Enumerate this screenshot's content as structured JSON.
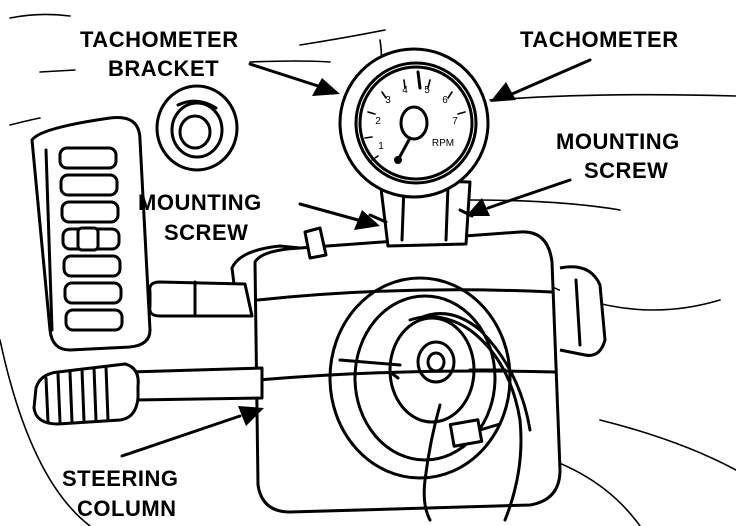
{
  "labels": {
    "tachometer_bracket_line1": "TACHOMETER",
    "tachometer_bracket_line2": "BRACKET",
    "tachometer": "TACHOMETER",
    "mounting_screw_right_line1": "MOUNTING",
    "mounting_screw_right_line2": "SCREW",
    "mounting_screw_left_line1": "MOUNTING",
    "mounting_screw_left_line2": "SCREW",
    "steering_column_line1": "STEERING",
    "steering_column_line2": "COLUMN"
  },
  "gauge": {
    "dial_numbers": [
      "1",
      "2",
      "3",
      "4",
      "5",
      "6",
      "7"
    ],
    "unit": "RPM"
  }
}
